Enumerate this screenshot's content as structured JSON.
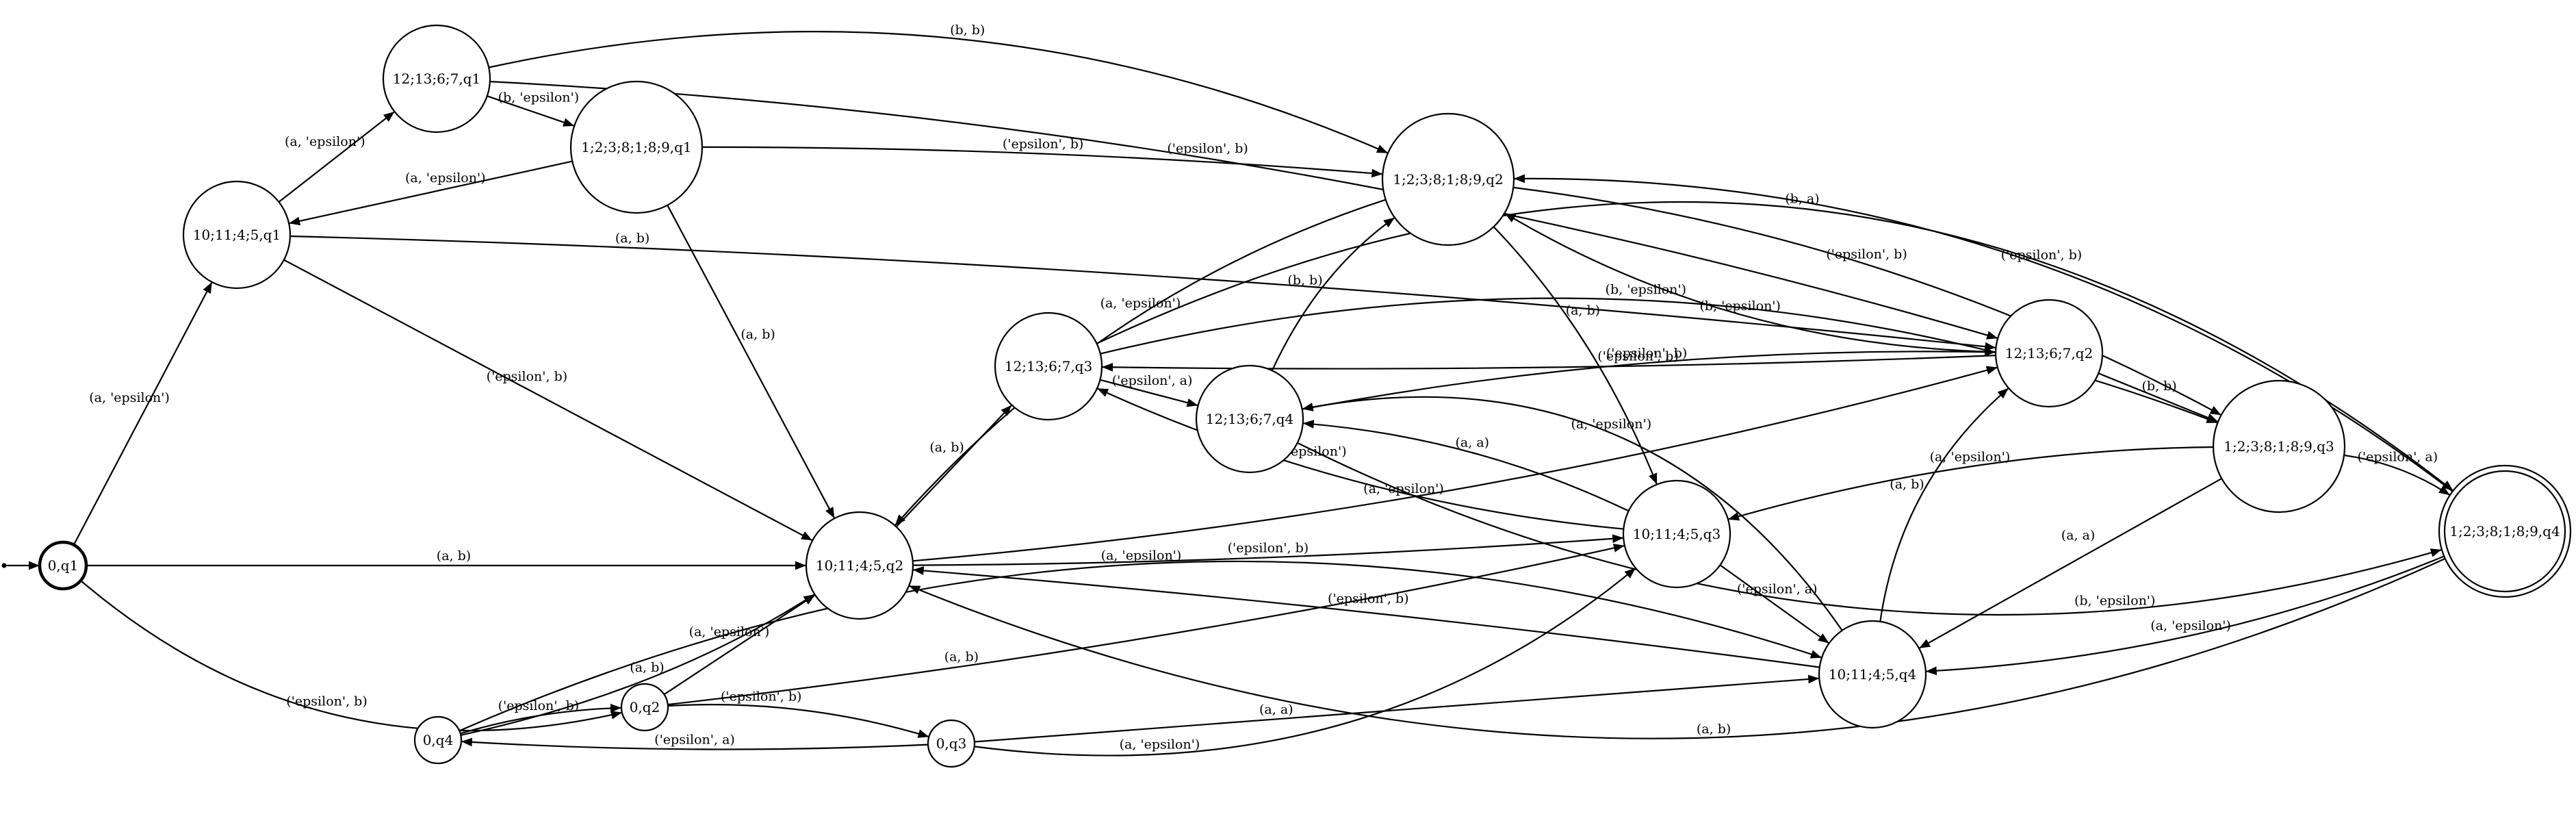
{
  "nodes": [
    {
      "id": "0,q1",
      "label": "0,q1",
      "initial": true,
      "accepting": false
    },
    {
      "id": "10;11;4;5,q1",
      "label": "10;11;4;5,q1",
      "initial": false,
      "accepting": false
    },
    {
      "id": "12;13;6;7,q1",
      "label": "12;13;6;7,q1",
      "initial": false,
      "accepting": false
    },
    {
      "id": "1;2;3;8;1;8;9,q1",
      "label": "1;2;3;8;1;8;9,q1",
      "initial": false,
      "accepting": false
    },
    {
      "id": "10;11;4;5,q2",
      "label": "10;11;4;5,q2",
      "initial": false,
      "accepting": false
    },
    {
      "id": "12;13;6;7,q3",
      "label": "12;13;6;7,q3",
      "initial": false,
      "accepting": false
    },
    {
      "id": "12;13;6;7,q4",
      "label": "12;13;6;7,q4",
      "initial": false,
      "accepting": false
    },
    {
      "id": "1;2;3;8;1;8;9,q2",
      "label": "1;2;3;8;1;8;9,q2",
      "initial": false,
      "accepting": false
    },
    {
      "id": "10;11;4;5,q3",
      "label": "10;11;4;5,q3",
      "initial": false,
      "accepting": false
    },
    {
      "id": "12;13;6;7,q2",
      "label": "12;13;6;7,q2",
      "initial": false,
      "accepting": false
    },
    {
      "id": "1;2;3;8;1;8;9,q3",
      "label": "1;2;3;8;1;8;9,q3",
      "initial": false,
      "accepting": false
    },
    {
      "id": "1;2;3;8;1;8;9,q4",
      "label": "1;2;3;8;1;8;9,q4",
      "initial": false,
      "accepting": true
    },
    {
      "id": "10;11;4;5,q4",
      "label": "10;11;4;5,q4",
      "initial": false,
      "accepting": false
    },
    {
      "id": "0,q4",
      "label": "0,q4",
      "initial": false,
      "accepting": false
    },
    {
      "id": "0,q2",
      "label": "0,q2",
      "initial": false,
      "accepting": false
    },
    {
      "id": "0,q3",
      "label": "0,q3",
      "initial": false,
      "accepting": false
    }
  ],
  "edges": [
    {
      "from": "0,q1",
      "to": "10;11;4;5,q1",
      "label": "(a, 'epsilon')"
    },
    {
      "from": "0,q1",
      "to": "10;11;4;5,q2",
      "label": "(a, b)"
    },
    {
      "from": "0,q1",
      "to": "0,q2",
      "label": "('epsilon', b)"
    },
    {
      "from": "10;11;4;5,q1",
      "to": "12;13;6;7,q1",
      "label": "(a, 'epsilon')"
    },
    {
      "from": "10;11;4;5,q1",
      "to": "10;11;4;5,q2",
      "label": "('epsilon', b)"
    },
    {
      "from": "10;11;4;5,q1",
      "to": "12;13;6;7,q2",
      "label": "(a, b)"
    },
    {
      "from": "12;13;6;7,q1",
      "to": "1;2;3;8;1;8;9,q1",
      "label": "(b, 'epsilon')"
    },
    {
      "from": "12;13;6;7,q1",
      "to": "1;2;3;8;1;8;9,q2",
      "label": "(b, b)"
    },
    {
      "from": "12;13;6;7,q1",
      "to": "12;13;6;7,q2",
      "label": "('epsilon', b)"
    },
    {
      "from": "1;2;3;8;1;8;9,q1",
      "to": "10;11;4;5,q1",
      "label": "(a, 'epsilon')"
    },
    {
      "from": "1;2;3;8;1;8;9,q1",
      "to": "1;2;3;8;1;8;9,q2",
      "label": "('epsilon', b)"
    },
    {
      "from": "1;2;3;8;1;8;9,q1",
      "to": "10;11;4;5,q2",
      "label": "(a, b)"
    },
    {
      "from": "1;2;3;8;1;8;9,q2",
      "to": "10;11;4;5,q2",
      "label": "(a, 'epsilon')"
    },
    {
      "from": "1;2;3;8;1;8;9,q2",
      "to": "1;2;3;8;1;8;9,q3",
      "label": "('epsilon', b)"
    },
    {
      "from": "1;2;3;8;1;8;9,q2",
      "to": "10;11;4;5,q3",
      "label": "(a, b)"
    },
    {
      "from": "12;13;6;7,q2",
      "to": "1;2;3;8;1;8;9,q2",
      "label": "(b, 'epsilon')"
    },
    {
      "from": "12;13;6;7,q2",
      "to": "12;13;6;7,q3",
      "label": "('epsilon', b)"
    },
    {
      "from": "12;13;6;7,q2",
      "to": "1;2;3;8;1;8;9,q3",
      "label": "(b, b)"
    },
    {
      "from": "12;13;6;7,q3",
      "to": "12;13;6;7,q4",
      "label": "('epsilon', a)"
    },
    {
      "from": "12;13;6;7,q3",
      "to": "1;2;3;8;1;8;9,q3",
      "label": "(b, 'epsilon')"
    },
    {
      "from": "12;13;6;7,q3",
      "to": "1;2;3;8;1;8;9,q4",
      "label": "(b, a)"
    },
    {
      "from": "12;13;6;7,q4",
      "to": "1;2;3;8;1;8;9,q2",
      "label": "(b, b)"
    },
    {
      "from": "12;13;6;7,q4",
      "to": "12;13;6;7,q2",
      "label": "('epsilon', b)"
    },
    {
      "from": "12;13;6;7,q4",
      "to": "1;2;3;8;1;8;9,q4",
      "label": "(b, 'epsilon')"
    },
    {
      "from": "10;11;4;5,q2",
      "to": "12;13;6;7,q3",
      "label": "(a, b)"
    },
    {
      "from": "10;11;4;5,q2",
      "to": "12;13;6;7,q2",
      "label": "(a, 'epsilon')"
    },
    {
      "from": "10;11;4;5,q2",
      "to": "10;11;4;5,q3",
      "label": "('epsilon', b)"
    },
    {
      "from": "10;11;4;5,q3",
      "to": "12;13;6;7,q3",
      "label": "(a, 'epsilon')"
    },
    {
      "from": "10;11;4;5,q3",
      "to": "12;13;6;7,q4",
      "label": "(a, a)"
    },
    {
      "from": "10;11;4;5,q3",
      "to": "10;11;4;5,q4",
      "label": "('epsilon', a)"
    },
    {
      "from": "10;11;4;5,q4",
      "to": "12;13;6;7,q4",
      "label": "(a, 'epsilon')"
    },
    {
      "from": "10;11;4;5,q4",
      "to": "12;13;6;7,q2",
      "label": "(a, b)"
    },
    {
      "from": "10;11;4;5,q4",
      "to": "10;11;4;5,q2",
      "label": "('epsilon', b)"
    },
    {
      "from": "1;2;3;8;1;8;9,q3",
      "to": "10;11;4;5,q3",
      "label": "(a, 'epsilon')"
    },
    {
      "from": "1;2;3;8;1;8;9,q3",
      "to": "1;2;3;8;1;8;9,q4",
      "label": "('epsilon', a)"
    },
    {
      "from": "1;2;3;8;1;8;9,q3",
      "to": "10;11;4;5,q4",
      "label": "(a, a)"
    },
    {
      "from": "1;2;3;8;1;8;9,q4",
      "to": "1;2;3;8;1;8;9,q2",
      "label": "('epsilon', b)"
    },
    {
      "from": "1;2;3;8;1;8;9,q4",
      "to": "10;11;4;5,q4",
      "label": "(a, 'epsilon')"
    },
    {
      "from": "1;2;3;8;1;8;9,q4",
      "to": "10;11;4;5,q2",
      "label": "(a, b)"
    },
    {
      "from": "0,q4",
      "to": "10;11;4;5,q2",
      "label": "(a, b)"
    },
    {
      "from": "0,q4",
      "to": "0,q2",
      "label": "('epsilon', b)"
    },
    {
      "from": "0,q4",
      "to": "10;11;4;5,q4",
      "label": "(a, 'epsilon')"
    },
    {
      "from": "0,q2",
      "to": "10;11;4;5,q2",
      "label": "(a, 'epsilon')"
    },
    {
      "from": "0,q2",
      "to": "0,q3",
      "label": "('epsilon', b)"
    },
    {
      "from": "0,q2",
      "to": "10;11;4;5,q3",
      "label": "(a, b)"
    },
    {
      "from": "0,q3",
      "to": "0,q4",
      "label": "('epsilon', a)"
    },
    {
      "from": "0,q3",
      "to": "10;11;4;5,q3",
      "label": "(a, 'epsilon')"
    },
    {
      "from": "0,q3",
      "to": "10;11;4;5,q4",
      "label": "(a, a)"
    }
  ]
}
